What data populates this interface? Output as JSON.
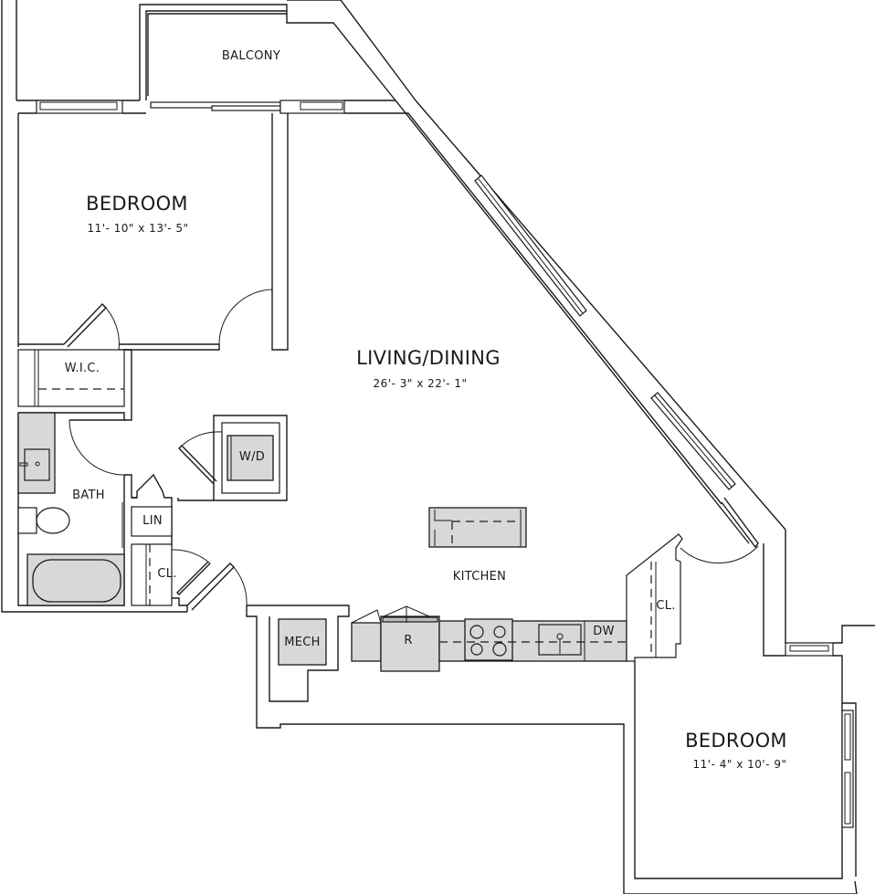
{
  "plan": {
    "rooms": {
      "balcony": {
        "label": "BALCONY"
      },
      "bedroom_1": {
        "label": "BEDROOM",
        "dimensions": "11'- 10\" x 13'- 5\""
      },
      "living_dining": {
        "label": "LIVING/DINING",
        "dimensions": "26'- 3\" x 22'- 1\""
      },
      "wic": {
        "label": "W.I.C."
      },
      "bath": {
        "label": "BATH"
      },
      "wd": {
        "label": "W/D"
      },
      "linen": {
        "label": "LIN"
      },
      "closet_1": {
        "label": "CL."
      },
      "kitchen": {
        "label": "KITCHEN"
      },
      "mech": {
        "label": "MECH"
      },
      "refrigerator": {
        "label": "R"
      },
      "dishwasher": {
        "label": "DW"
      },
      "closet_2": {
        "label": "CL."
      },
      "bedroom_2": {
        "label": "BEDROOM",
        "dimensions": "11'- 4\" x 10'- 9\""
      }
    },
    "colors": {
      "line": "#1a1a1a",
      "fixture_fill": "#d8d8d8",
      "background": "#ffffff"
    }
  }
}
